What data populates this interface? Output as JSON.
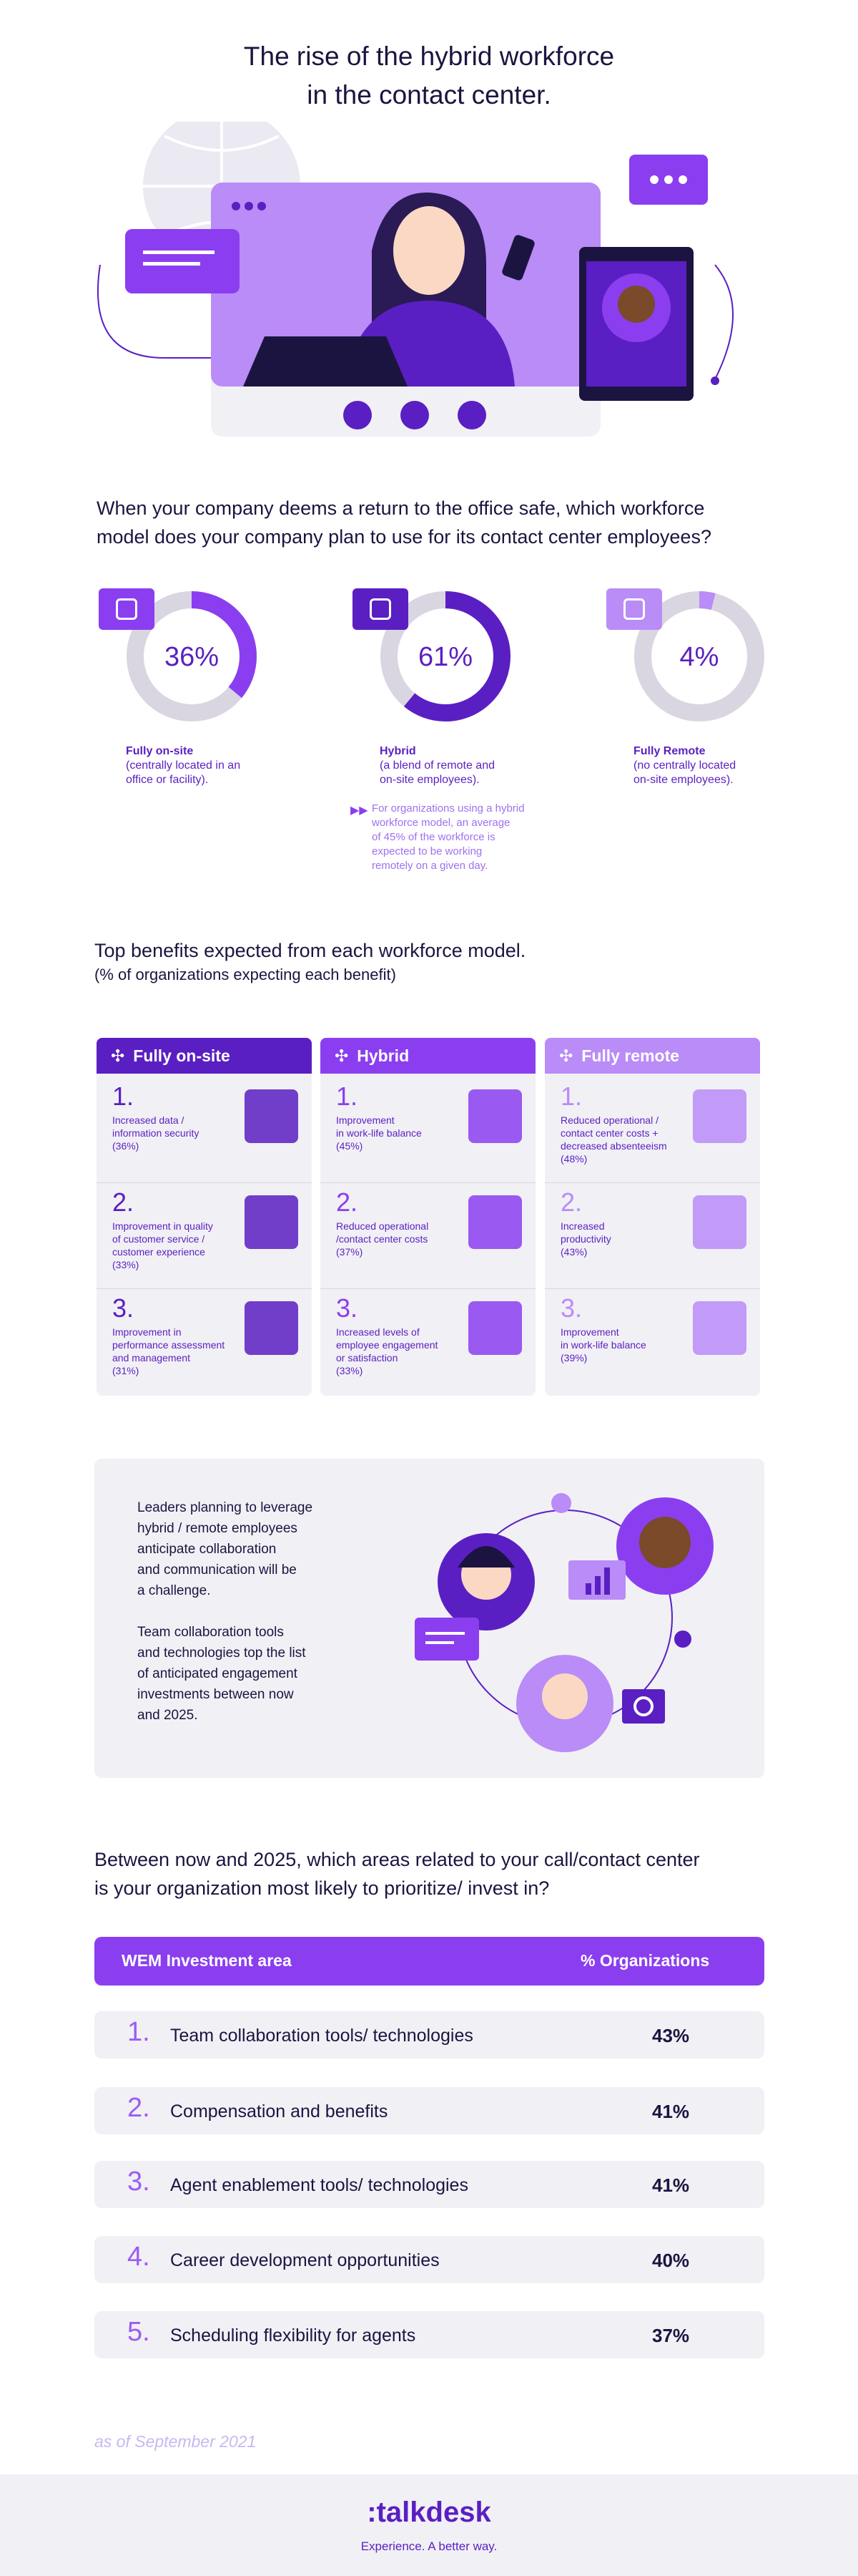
{
  "title_line1": "The rise of the hybrid workforce",
  "title_line2": "in the contact center.",
  "q1": {
    "line1": "When your company deems a return to the office safe, which workforce",
    "line2": "model does your company plan to use for its contact center employees?",
    "models": [
      {
        "pct": "36%",
        "value": 36,
        "name": "Fully on-site",
        "desc1": "(centrally located in an",
        "desc2": "office or facility).",
        "icon": "map-icon"
      },
      {
        "pct": "61%",
        "value": 61,
        "name": "Hybrid",
        "desc1": "(a blend of remote and",
        "desc2": "on-site employees).",
        "icon": "globe-icon"
      },
      {
        "pct": "4%",
        "value": 4,
        "name": "Fully Remote",
        "desc1": "(no centrally located",
        "desc2": "on-site employees).",
        "icon": "headset-icon"
      }
    ],
    "note_lines": [
      "For organizations using a hybrid",
      "workforce model, an average",
      "of 45% of the workforce is",
      "expected to be working",
      "remotely on a given day."
    ]
  },
  "benefits": {
    "title": "Top benefits expected from each workforce model.",
    "subtitle": "(% of organizations expecting each benefit)",
    "cards": [
      {
        "name": "Fully on-site",
        "color": "#5a1fc2",
        "items": [
          {
            "num": "1.",
            "lines": [
              "Increased data /",
              "information security",
              "(36%)"
            ]
          },
          {
            "num": "2.",
            "lines": [
              "Improvement in quality",
              "of customer service /",
              "customer experience",
              "(33%)"
            ]
          },
          {
            "num": "3.",
            "lines": [
              "Improvement in",
              "performance assessment",
              "and management",
              "(31%)"
            ]
          }
        ]
      },
      {
        "name": "Hybrid",
        "color": "#8b3ef0",
        "items": [
          {
            "num": "1.",
            "lines": [
              "Improvement",
              "in work-life balance",
              "(45%)"
            ]
          },
          {
            "num": "2.",
            "lines": [
              "Reduced operational",
              "/contact center costs",
              "(37%)"
            ]
          },
          {
            "num": "3.",
            "lines": [
              "Increased levels of",
              "employee engagement",
              "or satisfaction",
              "(33%)"
            ]
          }
        ]
      },
      {
        "name": "Fully remote",
        "color": "#b98cf7",
        "items": [
          {
            "num": "1.",
            "lines": [
              "Reduced operational /",
              "contact center costs +",
              "decreased absenteeism",
              "(48%)"
            ]
          },
          {
            "num": "2.",
            "lines": [
              "Increased",
              "productivity",
              "(43%)"
            ]
          },
          {
            "num": "3.",
            "lines": [
              "Improvement",
              "in work-life balance",
              "(39%)"
            ]
          }
        ]
      }
    ]
  },
  "collab": {
    "para1": [
      "Leaders planning to leverage",
      "hybrid / remote employees",
      "anticipate collaboration",
      "and communication will be",
      "a challenge."
    ],
    "para2": [
      "Team collaboration tools",
      "and technologies top the list",
      "of anticipated engagement",
      "investments between now",
      "and 2025."
    ]
  },
  "q2": {
    "line1": "Between now and 2025, which areas related to your call/contact center",
    "line2": "is your organization most likely to prioritize/ invest in?",
    "col1": "WEM Investment area",
    "col2": "% Organizations",
    "rows": [
      {
        "num": "1.",
        "label": "Team collaboration tools/ technologies",
        "pct": "43%"
      },
      {
        "num": "2.",
        "label": "Compensation and benefits",
        "pct": "41%"
      },
      {
        "num": "3.",
        "label": "Agent enablement tools/ technologies",
        "pct": "41%"
      },
      {
        "num": "4.",
        "label": "Career development opportunities",
        "pct": "40%"
      },
      {
        "num": "5.",
        "label": "Scheduling flexibility for agents",
        "pct": "37%"
      }
    ]
  },
  "date_note": "as of September 2021",
  "footer": {
    "logo": ":talkdesk",
    "tagline": "Experience. A better way."
  },
  "colors": {
    "dark_purple": "#5a1fc2",
    "purple": "#8b3ef0",
    "light_purple": "#b98cf7",
    "gray": "#d9d6e2",
    "bg": "#f1f0f5"
  }
}
